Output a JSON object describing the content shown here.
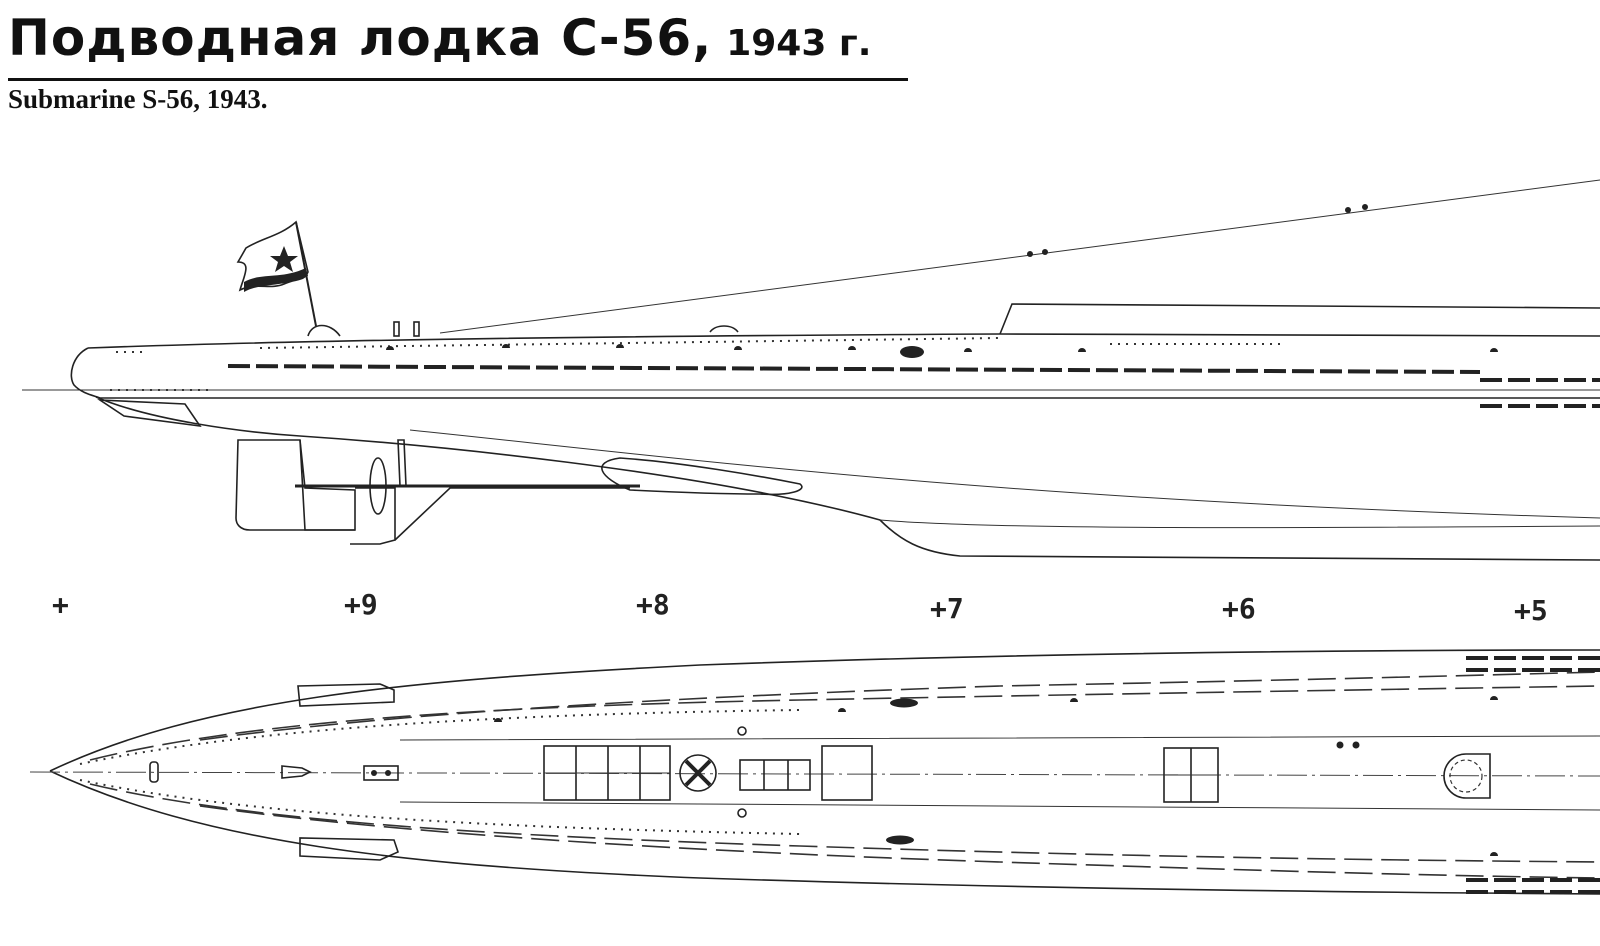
{
  "title": {
    "main": "Подводная лодка С-56,",
    "year": "1943 г."
  },
  "subtitle": "Submarine S-56, 1943.",
  "frame_marks": [
    "",
    "9",
    "8",
    "7",
    "6",
    "5"
  ],
  "colors": {
    "ink": "#222222",
    "paper": "#ffffff"
  },
  "icons": [
    "naval-ensign-flag-icon",
    "star-icon",
    "propeller-icon",
    "hatch-icon",
    "vent-fan-icon"
  ]
}
